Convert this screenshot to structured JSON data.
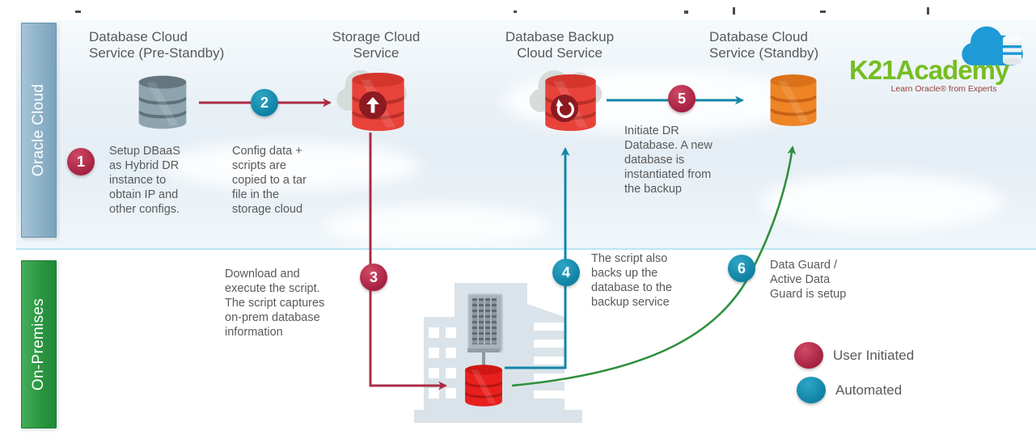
{
  "bands": {
    "oracle_cloud": {
      "label": "Oracle Cloud"
    },
    "on_premises": {
      "label": "On-Premises"
    }
  },
  "services": [
    {
      "line1": "Database Cloud",
      "line2": "Service (Pre-Standby)"
    },
    {
      "line1": "Storage Cloud",
      "line2": "Service"
    },
    {
      "line1": "Database Backup",
      "line2": "Cloud Service"
    },
    {
      "line1": "Database Cloud",
      "line2": "Service (Standby)"
    }
  ],
  "steps": [
    {
      "num": "1",
      "type": "user-initiated",
      "text": "Setup DBaaS\nas Hybrid DR\ninstance to\nobtain IP and\nother configs."
    },
    {
      "num": "2",
      "type": "automated",
      "text": "Config data +\nscripts are\ncopied to a tar\nfile in the\nstorage cloud"
    },
    {
      "num": "3",
      "type": "user-initiated",
      "text": "Download and\nexecute the script.\nThe script captures\non-prem database\ninformation"
    },
    {
      "num": "4",
      "type": "automated",
      "text": "The script also\nbacks up the\ndatabase to the\nbackup service"
    },
    {
      "num": "5",
      "type": "user-initiated",
      "text": "Initiate DR\nDatabase. A new\ndatabase is\ninstantiated from\nthe backup"
    },
    {
      "num": "6",
      "type": "automated",
      "text": "Data Guard /\nActive Data\nGuard is setup"
    }
  ],
  "legend": {
    "items": [
      {
        "label": "User Initiated",
        "color": "#b32946"
      },
      {
        "label": "Automated",
        "color": "#1286a8"
      }
    ]
  },
  "logo": {
    "name": "K21Academy",
    "tagline": "Learn Oracle® from Experts"
  },
  "colors": {
    "user_initiated_red": "#b32946",
    "automated_teal": "#1286a8",
    "arrow_red": "#ac2b45",
    "arrow_teal": "#1286a8",
    "arrow_green": "#2e8f3c",
    "oracle_cloud_bar": "#8db1c8",
    "on_premises_bar": "#2b9540",
    "brand_green": "#76bd22",
    "brand_blue": "#1e9ad6",
    "tagline_red": "#96413a",
    "cylinder_gray": "#8da4ae",
    "cylinder_cloud_red": "#e8433a",
    "cylinder_orange": "#ee8426",
    "onprem_db_red": "#e8201d",
    "building_gray": "#dae3e9"
  }
}
